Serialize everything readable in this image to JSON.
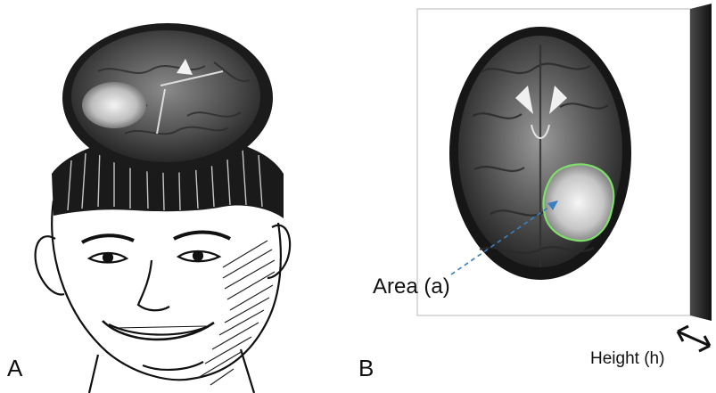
{
  "panel_a": {
    "label": "A",
    "illustration": "sketch-of-head-with-brain-scan-slice-lifted"
  },
  "panel_b": {
    "label": "B",
    "area_label": "Area (a)",
    "height_label": "Height (h)",
    "tumor_outline_color": "#7ee06a",
    "arrow_color": "#3a7fc1"
  }
}
